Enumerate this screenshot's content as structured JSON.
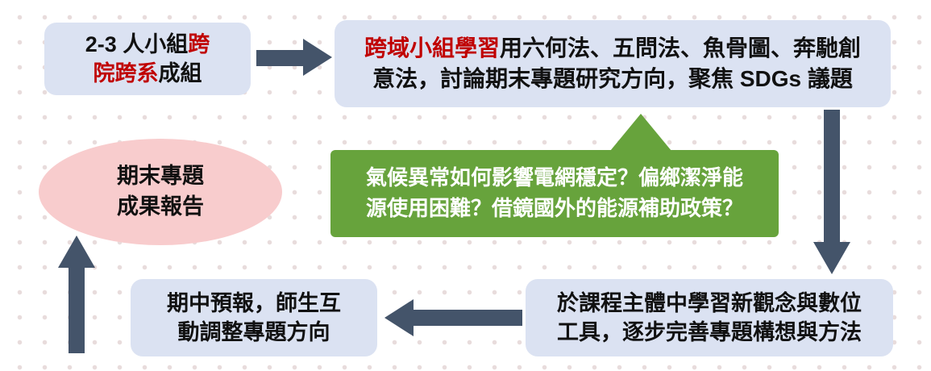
{
  "diagram": {
    "title": "course project flow diagram",
    "colors": {
      "box_fill": "#dbe2f2",
      "text": "#111111",
      "highlight_text": "#c00000",
      "callout_fill": "#67a33c",
      "callout_text": "#ffffff",
      "ellipse_fill": "#f8cccd",
      "arrow": "#44546a",
      "dot_color": "#e8dcdc"
    },
    "nodes": {
      "form_groups": {
        "prefix": "2-3 人小組",
        "highlight": "跨院跨系",
        "suffix": "成組"
      },
      "group_learning": {
        "highlight": "跨域小組學習",
        "body": "用六何法、五問法、魚骨圖、奔馳創意法，討論期末專題研究方向，聚焦 SDGs 議題"
      },
      "question_callout": {
        "text": "氣候異常如何影響電網穩定？偏鄉潔淨能源使用困難？借鏡國外的能源補助政策？"
      },
      "course_learning": {
        "text": "於課程主體中學習新觀念與數位工具，逐步完善專題構想與方法"
      },
      "midterm_report": {
        "text": "期中預報，師生互動調整專題方向"
      },
      "final_report": {
        "line1": "期末專題",
        "line2": "成果報告"
      }
    }
  }
}
